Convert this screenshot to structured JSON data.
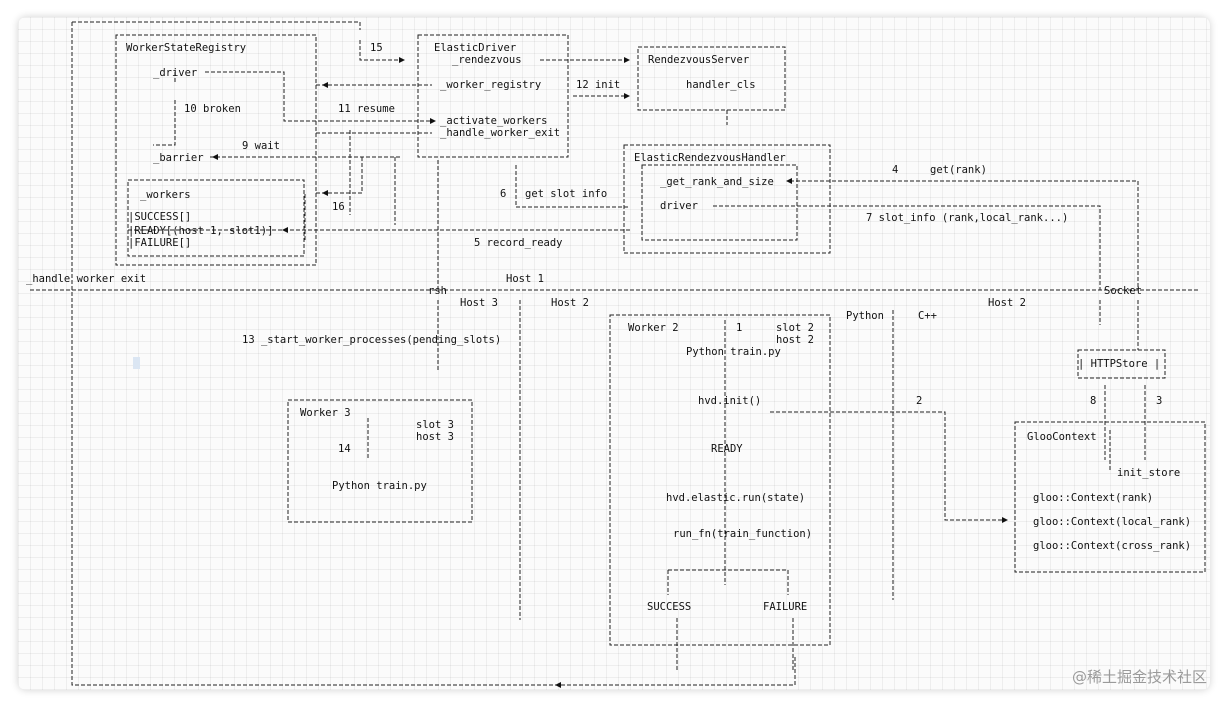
{
  "labels": {
    "worker_state_registry": "WorkerStateRegistry",
    "driver_field": "_driver",
    "barrier_field": "_barrier",
    "workers_field": "_workers",
    "success_list": "|SUCCESS[]",
    "ready_list": "|READY[(host 1, slot1)]",
    "failure_list": "|FAILURE[]",
    "elastic_driver": "ElasticDriver",
    "rendezvous_field": "_rendezvous",
    "worker_registry_field": "_worker_registry",
    "activate_workers": "_activate_workers",
    "handle_worker_exit_method": "_handle_worker_exit",
    "rendezvous_server": "RendezvousServer",
    "handler_cls": "handler_cls",
    "elastic_rendezvous_handler": "ElasticRendezvousHandler",
    "get_rank_and_size": "_get_rank_and_size",
    "handler_driver": "driver",
    "handle_worker_exit_left": "_handle worker exit",
    "rsh": "rsh",
    "host1": "Host 1",
    "socket": "Socket",
    "host3": "Host 3",
    "host2_left": "Host 2",
    "host2_right": "Host 2",
    "python": "Python",
    "cpp": "C++",
    "worker2": "Worker 2",
    "slot2": "slot 2",
    "host2_small": "host 2",
    "python_train_w2": "Python train.py",
    "hvd_init": "hvd.init()",
    "ready": "READY",
    "hvd_elastic_run": "hvd.elastic.run(state)",
    "run_fn": "run_fn(train_function)",
    "success": "SUCCESS",
    "failure": "FAILURE",
    "worker3": "Worker 3",
    "slot3": "slot 3",
    "host3_small": "host 3",
    "python_train_w3": "Python train.py",
    "start_worker_processes": "13  _start_worker_processes(pending_slots)",
    "http_store": "| HTTPStore  |",
    "gloo_context": "GlooContext",
    "init_store": "init_store",
    "gloo_rank": "gloo::Context(rank)",
    "gloo_local_rank": "gloo::Context(local_rank)",
    "gloo_cross_rank": "gloo::Context(cross_rank)",
    "step1": "1",
    "step2": "2",
    "step3": "3",
    "step4": "4",
    "get_rank": "get(rank)",
    "step5": "5 record_ready",
    "step6": "6",
    "get_slot_info": "get slot info",
    "step7": "7 slot_info (rank,local_rank...)",
    "step8": "8",
    "step9": "9 wait",
    "step10": "10 broken",
    "step11": "11  resume",
    "step12": "12 init",
    "step14": "14",
    "step15": "15",
    "step16": "16"
  },
  "watermark": "@稀土掘金技术社区"
}
